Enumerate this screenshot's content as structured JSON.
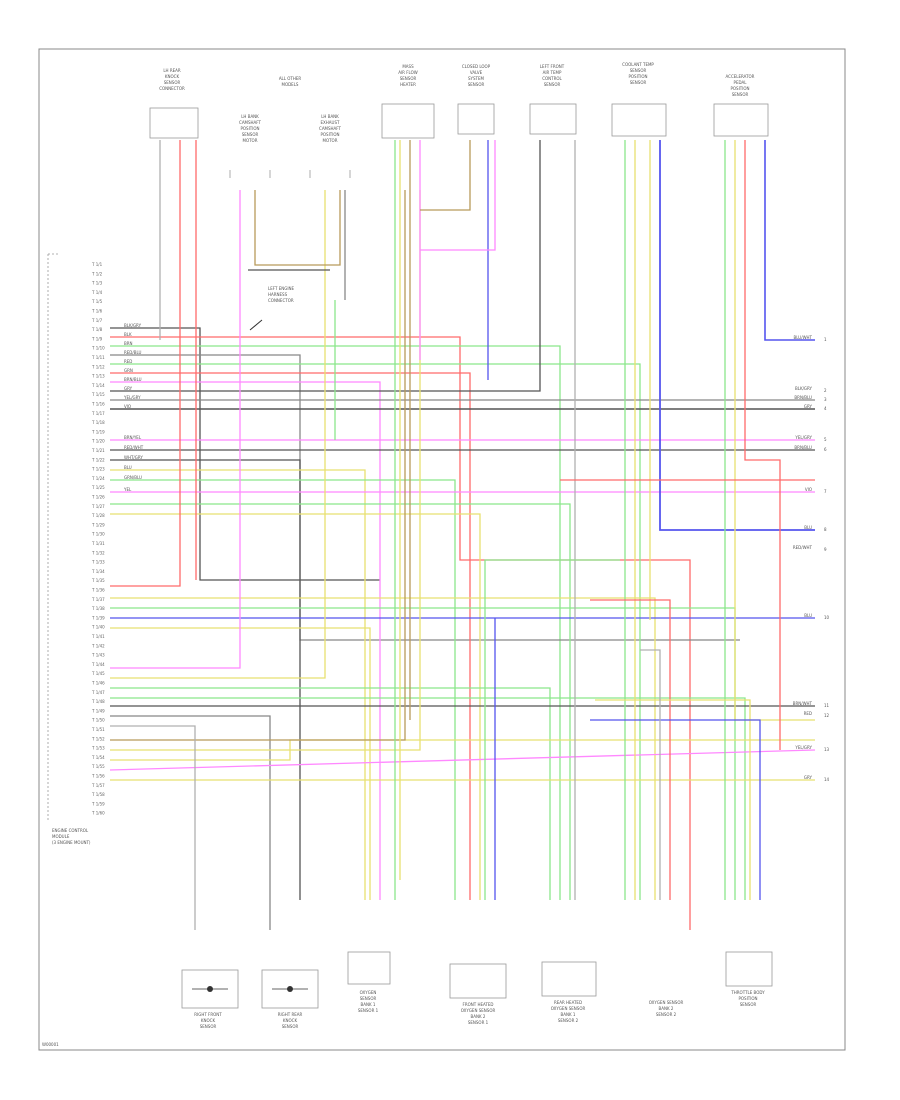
{
  "diagram": {
    "ecm_label": [
      "ENGINE CONTROL",
      "MODULE",
      "(3 ENGINE MOUNT)"
    ],
    "footer_code": "W00001",
    "top_components": [
      {
        "id": "c1",
        "label": [
          "LH REAR",
          "KNOCK",
          "SENSOR",
          "CONNECTOR"
        ]
      },
      {
        "id": "c2",
        "label": [
          "ALL OTHER",
          "MODELS"
        ]
      },
      {
        "id": "c3",
        "label": [
          "LH BANK",
          "CAMSHAFT",
          "POSITION",
          "SENSOR",
          "MOTOR"
        ]
      },
      {
        "id": "c4",
        "label": [
          "LH BANK",
          "EXHAUST",
          "CAMSHAFT",
          "POSITION",
          "MOTOR"
        ]
      },
      {
        "id": "c5",
        "label": [
          "MASS",
          "AIR FLOW",
          "SENSOR",
          "HEATER"
        ]
      },
      {
        "id": "c6",
        "label": [
          "CLOSED LOOP",
          "VALVE",
          "SYSTEM",
          "SENSOR"
        ]
      },
      {
        "id": "c7",
        "label": [
          "LEFT FRONT",
          "AIR TEMP",
          "CONTROL",
          "SENSOR"
        ]
      },
      {
        "id": "c8",
        "label": [
          "COOLANT TEMP",
          "SENSOR",
          "POSITION",
          "SENSOR"
        ]
      },
      {
        "id": "c9",
        "label": [
          "ACCELERATOR",
          "PEDAL",
          "POSITION",
          "SENSOR"
        ]
      }
    ],
    "bottom_components": [
      {
        "id": "b1",
        "label": [
          "RIGHT FRONT",
          "KNOCK",
          "SENSOR"
        ]
      },
      {
        "id": "b2",
        "label": [
          "RIGHT REAR",
          "KNOCK",
          "SENSOR"
        ]
      },
      {
        "id": "b3",
        "label": [
          "OXYGEN",
          "SENSOR",
          "BANK 1",
          "SENSOR 1"
        ]
      },
      {
        "id": "b4",
        "label": [
          "FRONT HEATED",
          "OXYGEN SENSOR",
          "BANK 2",
          "SENSOR 1"
        ]
      },
      {
        "id": "b5",
        "label": [
          "REAR HEATED",
          "OXYGEN SENSOR",
          "BANK 1",
          "SENSOR 2"
        ]
      },
      {
        "id": "b6",
        "label": [
          "OXYGEN SENSOR",
          "BANK 2",
          "SENSOR 2"
        ]
      },
      {
        "id": "b7",
        "label": [
          "THROTTLE BODY",
          "POSITION",
          "SENSOR"
        ]
      }
    ],
    "note": [
      "LEFT ENGINE",
      "HARNESS",
      "CONNECTOR"
    ],
    "pins": [
      "T 1/1",
      "T 1/2",
      "T 1/3",
      "T 1/4",
      "T 1/5",
      "T 1/6",
      "T 1/7",
      "T 1/8",
      "T 1/9",
      "T 1/10",
      "T 1/11",
      "T 1/12",
      "T 1/13",
      "T 1/14",
      "T 1/15",
      "T 1/16",
      "T 1/17",
      "T 1/18",
      "T 1/19",
      "T 1/20",
      "T 1/21",
      "T 1/22",
      "T 1/23",
      "T 1/24",
      "T 1/25",
      "T 1/26",
      "T 1/27",
      "T 1/28",
      "T 1/29",
      "T 1/30",
      "T 1/31",
      "T 1/32",
      "T 1/33",
      "T 1/34",
      "T 1/35",
      "T 1/36",
      "T 1/37",
      "T 1/38",
      "T 1/39",
      "T 1/40",
      "T 1/41",
      "T 1/42",
      "T 1/43",
      "T 1/44",
      "T 1/45",
      "T 1/46",
      "T 1/47",
      "T 1/48",
      "T 1/49",
      "T 1/50",
      "T 1/51",
      "T 1/52",
      "T 1/53",
      "T 1/54",
      "T 1/55",
      "T 1/56",
      "T 1/57",
      "T 1/58",
      "T 1/59",
      "T 1/60"
    ],
    "wire_labels": [
      "BLK/GRY",
      "BLK",
      "BRN",
      "RED/BLU",
      "RED",
      "GRN",
      "BRN/BLU",
      "GRY",
      "YEL/GRY",
      "VIO",
      "BRN/YEL",
      "RED/WHT",
      "WHT/GRY",
      "BLU",
      "GRN/BLU",
      "YEL"
    ],
    "right_labels": [
      {
        "text": "BLU/WHT",
        "num": "1"
      },
      {
        "text": "BLK/GRY",
        "num": "2"
      },
      {
        "text": "BRN/BLU",
        "num": "3"
      },
      {
        "text": "GRY",
        "num": "4"
      },
      {
        "text": "YEL/GRY",
        "num": "5"
      },
      {
        "text": "BRN/BLU",
        "num": "6"
      },
      {
        "text": "VIO",
        "num": "7"
      },
      {
        "text": "BLU",
        "num": "8"
      },
      {
        "text": "RED/WHT",
        "num": "9"
      },
      {
        "text": "BLU",
        "num": "10"
      },
      {
        "text": "BRN/WHT",
        "num": "11"
      },
      {
        "text": "RED",
        "num": "12"
      },
      {
        "text": "YEL/GRY",
        "num": "13"
      },
      {
        "text": "GRY",
        "num": "14"
      }
    ]
  }
}
